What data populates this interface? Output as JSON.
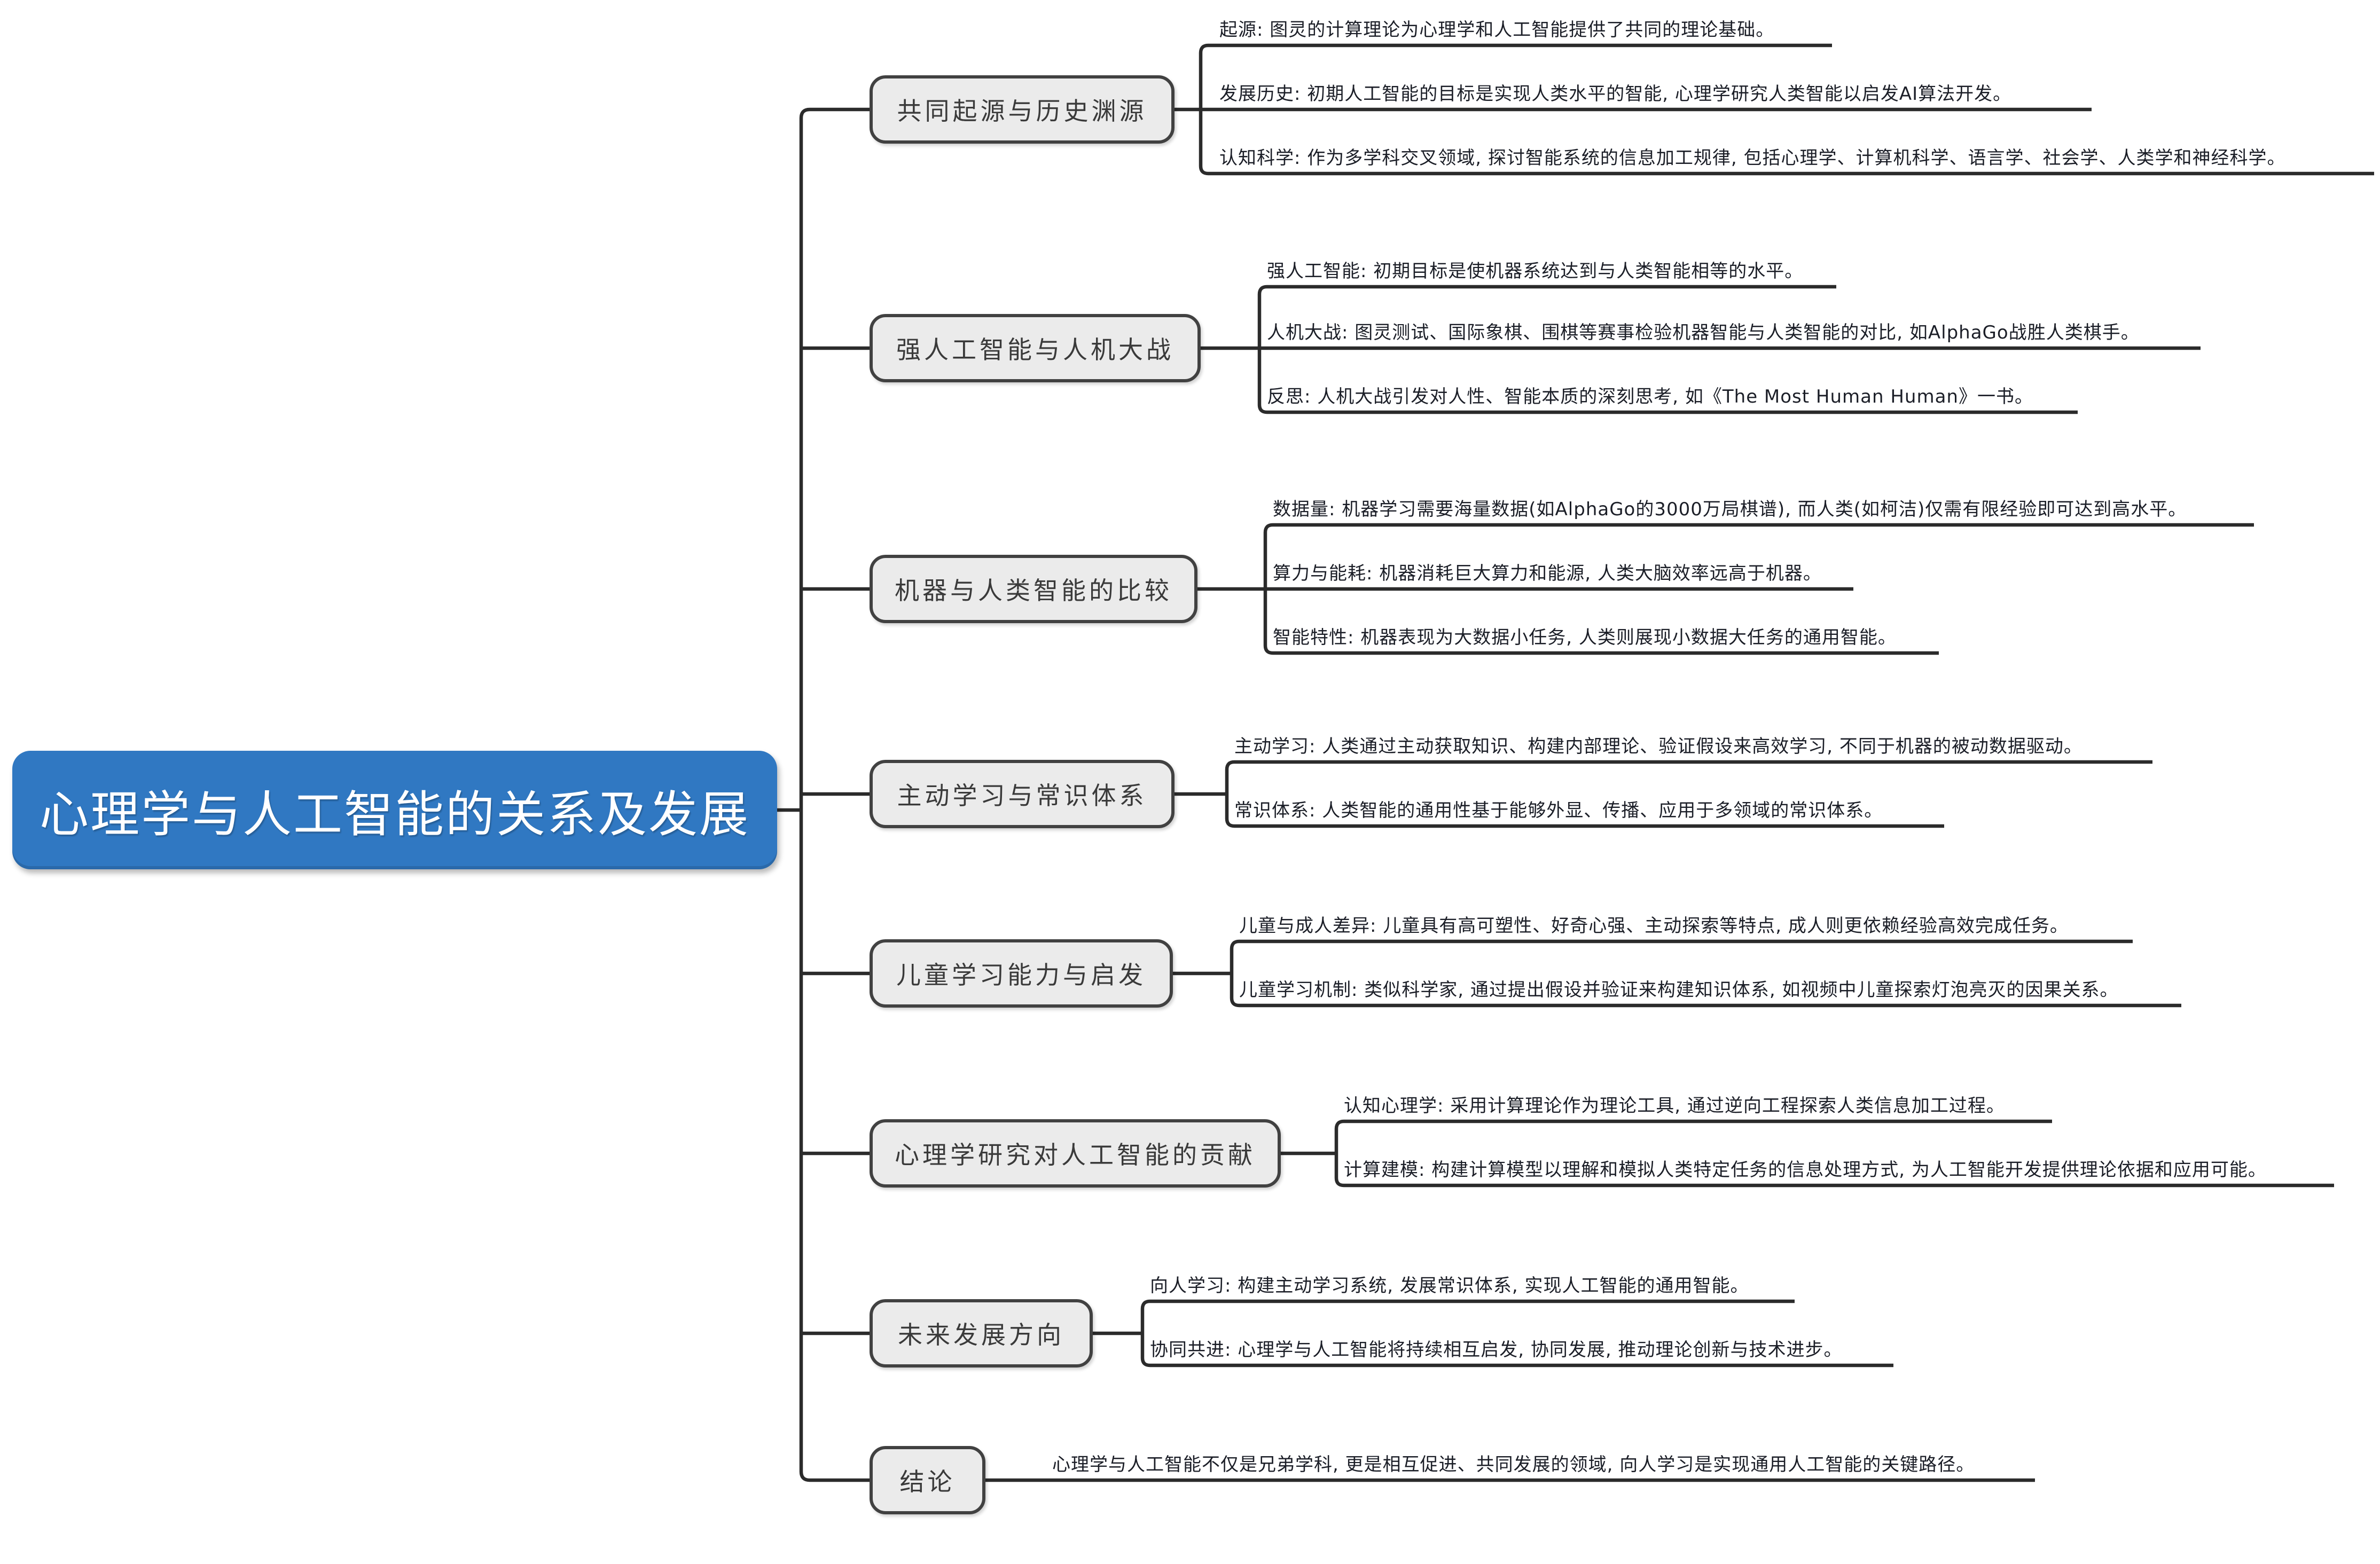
{
  "title": "心理学与人工智能的关系及发展",
  "root": {
    "label": "心理学与人工智能的关系及发展"
  },
  "branches": [
    {
      "label": "共同起源与历史渊源",
      "children": [
        {
          "label": "起源: 图灵的计算理论为心理学和人工智能提供了共同的理论基础。"
        },
        {
          "label": "发展历史: 初期人工智能的目标是实现人类水平的智能, 心理学研究人类智能以启发AI算法开发。"
        },
        {
          "label": "认知科学: 作为多学科交叉领域, 探讨智能系统的信息加工规律, 包括心理学、计算机科学、语言学、社会学、人类学和神经科学。"
        }
      ]
    },
    {
      "label": "强人工智能与人机大战",
      "children": [
        {
          "label": "强人工智能: 初期目标是使机器系统达到与人类智能相等的水平。"
        },
        {
          "label": "人机大战: 图灵测试、国际象棋、围棋等赛事检验机器智能与人类智能的对比, 如AlphaGo战胜人类棋手。"
        },
        {
          "label": "反思: 人机大战引发对人性、智能本质的深刻思考, 如《The Most Human Human》一书。"
        }
      ]
    },
    {
      "label": "机器与人类智能的比较",
      "children": [
        {
          "label": "数据量: 机器学习需要海量数据(如AlphaGo的3000万局棋谱), 而人类(如柯洁)仅需有限经验即可达到高水平。"
        },
        {
          "label": "算力与能耗: 机器消耗巨大算力和能源, 人类大脑效率远高于机器。"
        },
        {
          "label": "智能特性: 机器表现为大数据小任务, 人类则展现小数据大任务的通用智能。"
        }
      ]
    },
    {
      "label": "主动学习与常识体系",
      "children": [
        {
          "label": "主动学习: 人类通过主动获取知识、构建内部理论、验证假设来高效学习, 不同于机器的被动数据驱动。"
        },
        {
          "label": "常识体系: 人类智能的通用性基于能够外显、传播、应用于多领域的常识体系。"
        }
      ]
    },
    {
      "label": "儿童学习能力与启发",
      "children": [
        {
          "label": "儿童与成人差异: 儿童具有高可塑性、好奇心强、主动探索等特点, 成人则更依赖经验高效完成任务。"
        },
        {
          "label": "儿童学习机制: 类似科学家, 通过提出假设并验证来构建知识体系, 如视频中儿童探索灯泡亮灭的因果关系。"
        }
      ]
    },
    {
      "label": "心理学研究对人工智能的贡献",
      "children": [
        {
          "label": "认知心理学: 采用计算理论作为理论工具, 通过逆向工程探索人类信息加工过程。"
        },
        {
          "label": "计算建模: 构建计算模型以理解和模拟人类特定任务的信息处理方式, 为人工智能开发提供理论依据和应用可能。"
        }
      ]
    },
    {
      "label": "未来发展方向",
      "children": [
        {
          "label": "向人学习: 构建主动学习系统, 发展常识体系, 实现人工智能的通用智能。"
        },
        {
          "label": "协同共进: 心理学与人工智能将持续相互启发, 协同发展, 推动理论创新与技术进步。"
        }
      ]
    },
    {
      "label": "结论",
      "children": [
        {
          "label": "心理学与人工智能不仅是兄弟学科, 更是相互促进、共同发展的领域, 向人学习是实现通用人工智能的关键路径。"
        }
      ]
    }
  ],
  "colors": {
    "root_fill": "#3078c2",
    "root_text": "#ffffff",
    "branch_fill": "#ebebeb",
    "branch_border": "#414141",
    "branch_text": "#3a3a3a",
    "child_text": "#1b1e27",
    "line": "#2b2b2b",
    "background": "#ffffff"
  }
}
